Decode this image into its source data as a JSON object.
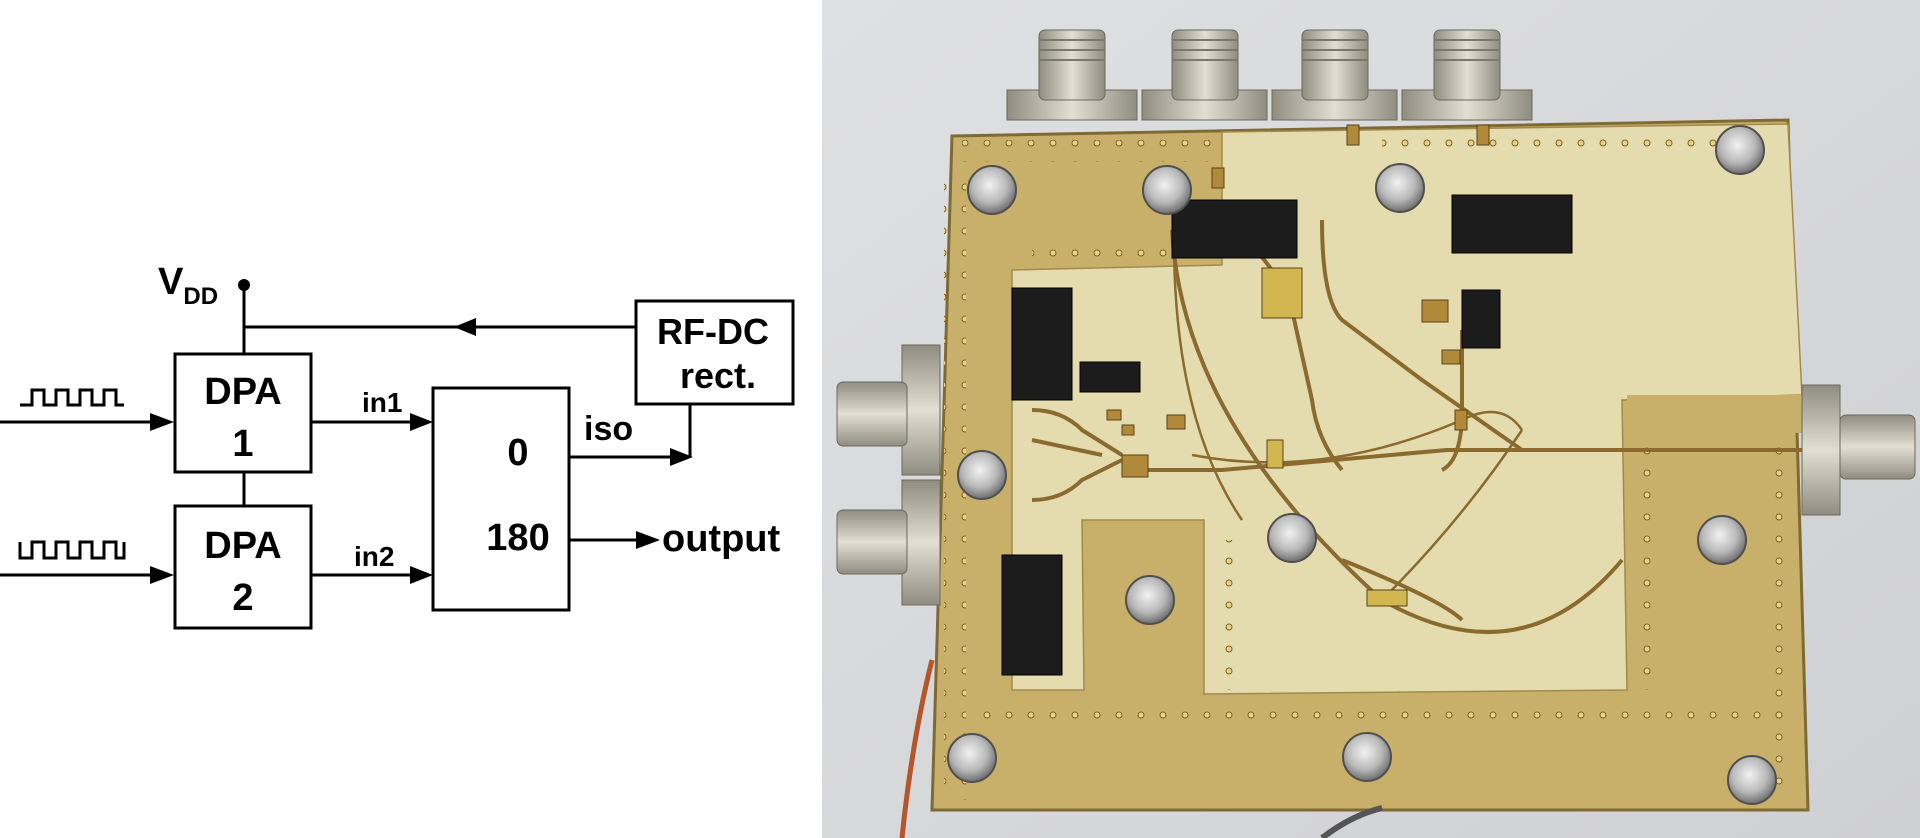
{
  "diagram": {
    "vdd_label": "V",
    "vdd_subscript": "DD",
    "dpa1": {
      "line1": "DPA",
      "line2": "1"
    },
    "dpa2": {
      "line1": "DPA",
      "line2": "2"
    },
    "in1_label": "in1",
    "in2_label": "in2",
    "hybrid": {
      "port0": "0",
      "port180": "180"
    },
    "iso_label": "iso",
    "output_label": "output",
    "rectifier": {
      "line1": "RF-DC",
      "line2": "rect."
    }
  },
  "photo": {
    "board_color": "#c8b06a",
    "substrate_color": "#e4dcae",
    "trace_color": "#8a6a2e",
    "connector_color": "#b9b6a8",
    "component_color": "#1c1c1c"
  }
}
